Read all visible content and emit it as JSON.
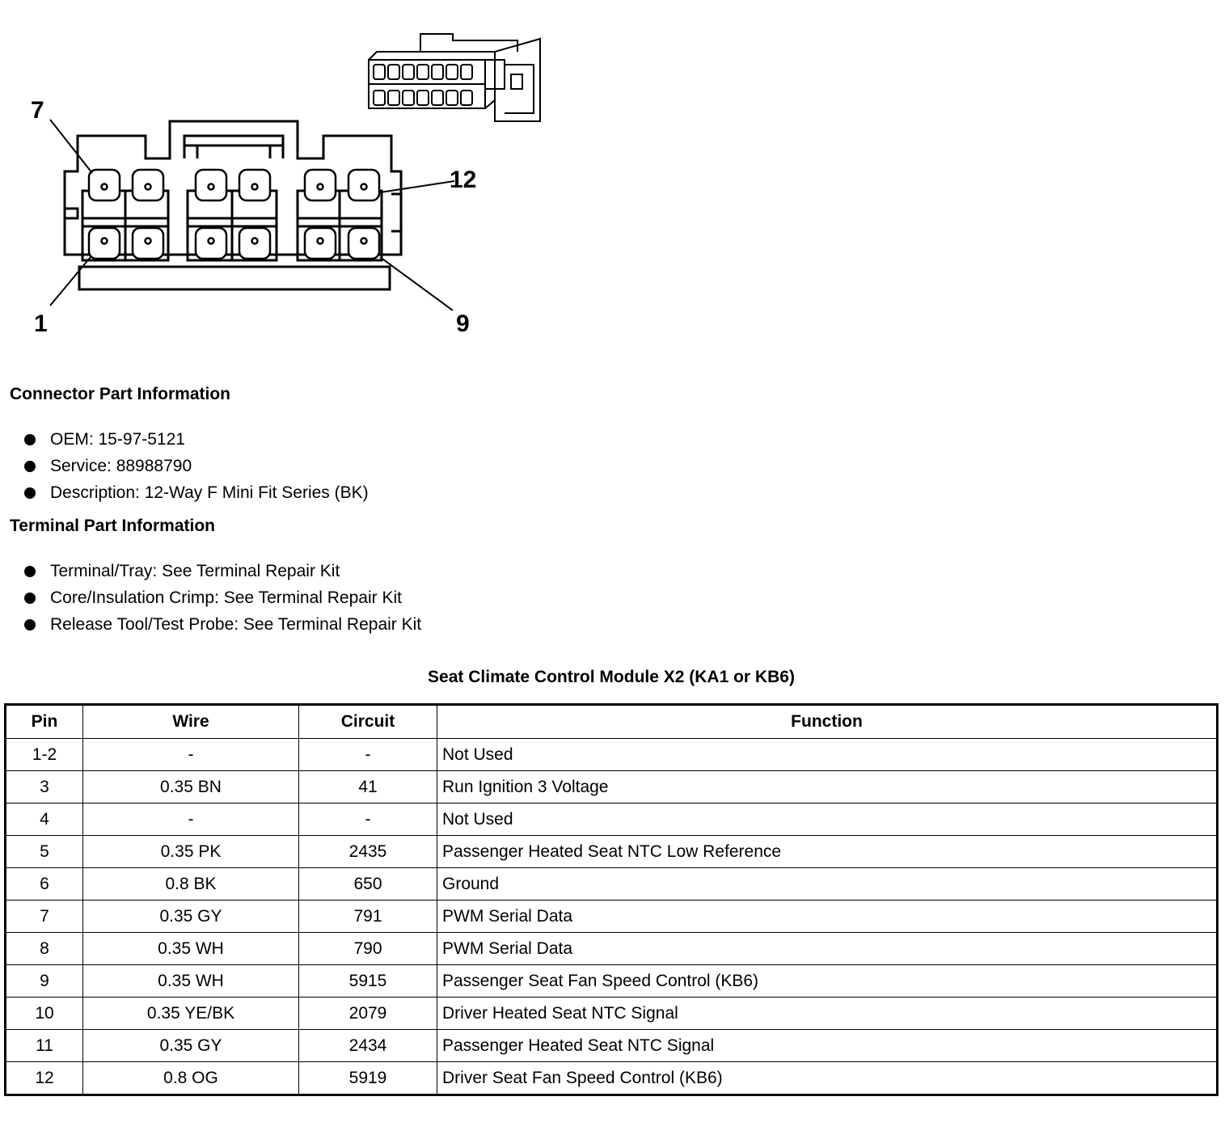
{
  "connector": {
    "pin_labels": [
      "7",
      "12",
      "1",
      "9"
    ]
  },
  "connector_part_info": {
    "heading": "Connector Part Information",
    "items": [
      "OEM: 15-97-5121",
      "Service: 88988790",
      "Description: 12-Way F Mini Fit Series (BK)"
    ]
  },
  "terminal_part_info": {
    "heading": "Terminal Part Information",
    "items": [
      "Terminal/Tray: See Terminal Repair Kit",
      "Core/Insulation Crimp: See Terminal Repair Kit",
      "Release Tool/Test Probe: See Terminal Repair Kit"
    ]
  },
  "table": {
    "title": "Seat Climate Control Module X2 (KA1 or KB6)",
    "headers": [
      "Pin",
      "Wire",
      "Circuit",
      "Function"
    ],
    "rows": [
      [
        "1-2",
        "-",
        "-",
        "Not Used"
      ],
      [
        "3",
        "0.35 BN",
        "41",
        "Run Ignition 3 Voltage"
      ],
      [
        "4",
        "-",
        "-",
        "Not Used"
      ],
      [
        "5",
        "0.35 PK",
        "2435",
        "Passenger Heated Seat NTC Low Reference"
      ],
      [
        "6",
        "0.8 BK",
        "650",
        "Ground"
      ],
      [
        "7",
        "0.35 GY",
        "791",
        "PWM Serial Data"
      ],
      [
        "8",
        "0.35 WH",
        "790",
        "PWM Serial Data"
      ],
      [
        "9",
        "0.35 WH",
        "5915",
        "Passenger Seat Fan Speed Control (KB6)"
      ],
      [
        "10",
        "0.35 YE/BK",
        "2079",
        "Driver Heated Seat NTC Signal"
      ],
      [
        "11",
        "0.35 GY",
        "2434",
        "Passenger Heated Seat NTC Signal"
      ],
      [
        "12",
        "0.8 OG",
        "5919",
        "Driver Seat Fan Speed Control (KB6)"
      ]
    ]
  }
}
